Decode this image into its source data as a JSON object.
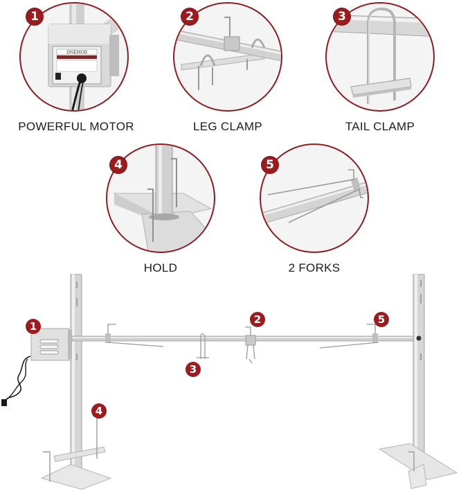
{
  "colors": {
    "accent": "#9b1b1f",
    "circle_border": "#8e1b1f",
    "steel_light": "#e6e6e6",
    "steel_mid": "#c4c4c4",
    "steel_dark": "#8a8a8a"
  },
  "features": [
    {
      "number": "1",
      "label": "POWERFUL MOTOR",
      "icon": "motor-icon"
    },
    {
      "number": "2",
      "label": "LEG CLAMP",
      "icon": "leg-clamp-icon"
    },
    {
      "number": "3",
      "label": "TAIL CLAMP",
      "icon": "tail-clamp-icon"
    },
    {
      "number": "4",
      "label": "HOLD",
      "icon": "hold-base-icon"
    },
    {
      "number": "5",
      "label": "2 FORKS",
      "icon": "forks-icon"
    }
  ],
  "motor": {
    "brand": "DNKMOR"
  },
  "assembly_callouts": [
    {
      "number": "1",
      "target": "motor"
    },
    {
      "number": "2",
      "target": "leg clamp"
    },
    {
      "number": "3",
      "target": "tail clamp"
    },
    {
      "number": "4",
      "target": "hold"
    },
    {
      "number": "5",
      "target": "forks"
    }
  ]
}
